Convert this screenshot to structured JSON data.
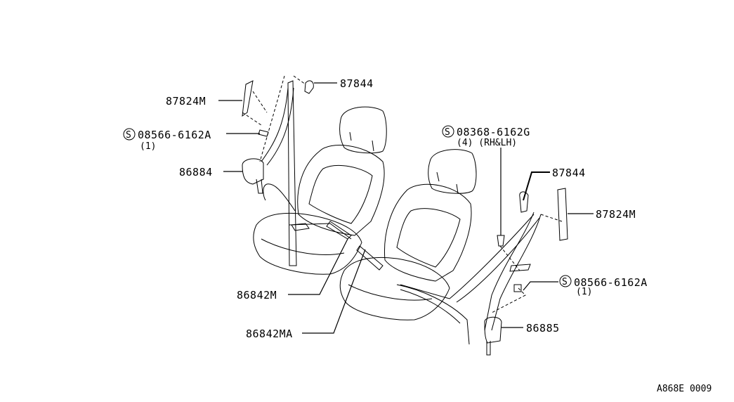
{
  "parts": {
    "upper_anchor_cover_left": "87844",
    "upper_adjuster_left": "87824M",
    "bolt_left": {
      "symbol": "S",
      "number": "08566-6162A",
      "qty": "(1)"
    },
    "retractor_left": "86884",
    "bolt_center": {
      "symbol": "S",
      "number": "08368-6162G",
      "qty": "(4) (RH&LH)"
    },
    "upper_anchor_cover_right": "87844",
    "upper_adjuster_right": "87824M",
    "bolt_right": {
      "symbol": "S",
      "number": "08566-6162A",
      "qty": "(1)"
    },
    "retractor_right": "86885",
    "buckle_left": "86842M",
    "buckle_right": "86842MA"
  },
  "figure_code": "A868E 0009"
}
